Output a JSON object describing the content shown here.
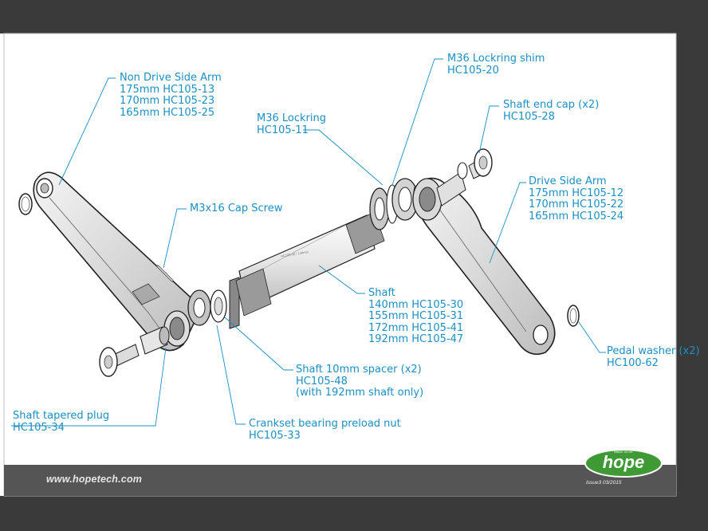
{
  "labels": {
    "non_drive_arm": {
      "title": "Non Drive Side Arm",
      "lines": [
        "175mm HC105-13",
        "170mm HC105-23",
        "165mm HC105-25"
      ]
    },
    "lockring_shim": {
      "title": "M36 Lockring shim",
      "lines": [
        "HC105-20"
      ]
    },
    "lockring": {
      "title": "M36 Lockring",
      "lines": [
        "HC105-11"
      ]
    },
    "end_cap": {
      "title": "Shaft end cap (x2)",
      "lines": [
        "HC105-28"
      ]
    },
    "drive_arm": {
      "title": "Drive Side Arm",
      "lines": [
        "175mm HC105-12",
        "170mm HC105-22",
        "165mm HC105-24"
      ]
    },
    "cap_screw": {
      "title": "M3x16 Cap Screw",
      "lines": []
    },
    "shaft": {
      "title": "Shaft",
      "lines": [
        "140mm HC105-30",
        "155mm HC105-31",
        "172mm HC105-41",
        "192mm HC105-47"
      ]
    },
    "pedal_washer": {
      "title": "Pedal washer (x2)",
      "lines": [
        "HC100-62"
      ]
    },
    "spacer": {
      "title": "Shaft 10mm spacer (x2)",
      "lines": [
        "HC105-48",
        "(with 192mm shaft only)"
      ]
    },
    "tapered_plug": {
      "title": "Shaft tapered plug",
      "lines": [
        "HC105-34"
      ]
    },
    "preload_nut": {
      "title": "Crankset bearing preload nut",
      "lines": [
        "HC105-33"
      ]
    }
  },
  "shaft_marking": "HC105-30 / 140mm",
  "footer": {
    "website": "www.hopetech.com",
    "issue": "Issue3 03/2015",
    "logo": "hope",
    "logo_small": "MADE IN UK"
  },
  "colors": {
    "callout": "#1b8fc4",
    "footer_bar": "#555555",
    "logo_green": "#3f9a35",
    "frame": "#3a3a3a"
  }
}
